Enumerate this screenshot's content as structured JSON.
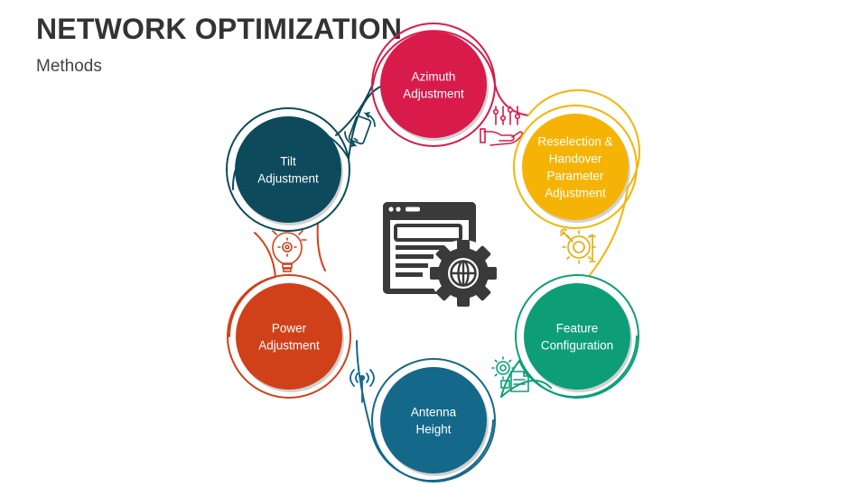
{
  "title": "NETWORK OPTIMIZATION",
  "subtitle": "Methods",
  "colors": {
    "ring": "#2b2b2b",
    "icon": "#3a3a3a"
  },
  "nodes": [
    {
      "id": "azimuth",
      "lines": [
        "Azimuth",
        "Adjustment"
      ],
      "color": "#d81b4a",
      "icon": "sliders-hand-icon",
      "icon_color": "#d81b4a"
    },
    {
      "id": "reselection",
      "lines": [
        "Reselection &",
        "Handover",
        "Parameter",
        "Adjustment"
      ],
      "color": "#f5b405",
      "icon": "tools-gear-icon",
      "icon_color": "#e8a800"
    },
    {
      "id": "feature",
      "lines": [
        "Feature",
        "Configuration"
      ],
      "color": "#0d9e78",
      "icon": "gear-document-icon",
      "icon_color": "#0d9e78"
    },
    {
      "id": "antenna",
      "lines": [
        "Antenna",
        "Height"
      ],
      "color": "#14688a",
      "icon": "antenna-icon",
      "icon_color": "#14688a"
    },
    {
      "id": "power",
      "lines": [
        "Power",
        "Adjustment"
      ],
      "color": "#d0411a",
      "icon": "bulb-gear-icon",
      "icon_color": "#d0411a"
    },
    {
      "id": "tilt",
      "lines": [
        "Tilt",
        "Adjustment"
      ],
      "color": "#0d4a5c",
      "icon": "rotate-phone-icon",
      "icon_color": "#0d4a5c"
    }
  ],
  "center_icon": "browser-globe-gear-icon"
}
